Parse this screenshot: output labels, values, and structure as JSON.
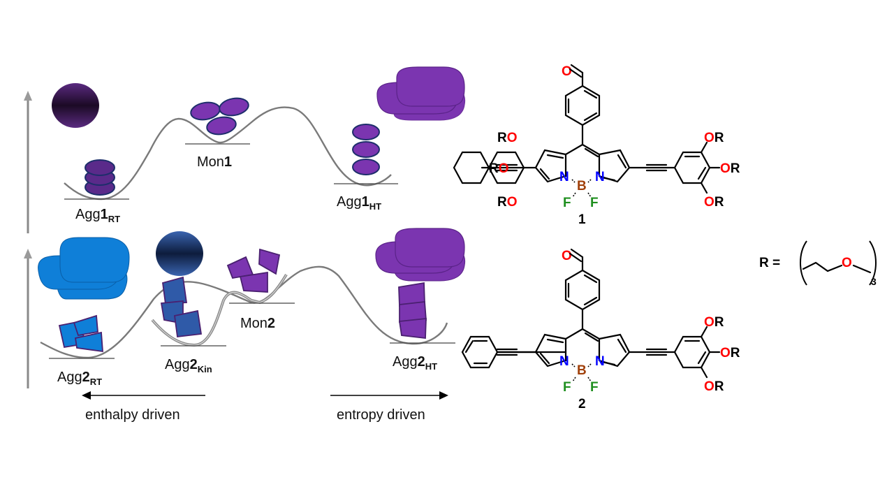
{
  "figure": {
    "left_panel": {
      "top_landscape": {
        "states": [
          {
            "name": "Agg",
            "num": "1",
            "sub": "RT"
          },
          {
            "name": "Mon",
            "num": "1",
            "sub": ""
          },
          {
            "name": "Agg",
            "num": "1",
            "sub": "HT"
          }
        ]
      },
      "bottom_landscape": {
        "states": [
          {
            "name": "Agg",
            "num": "2",
            "sub": "RT"
          },
          {
            "name": "Agg",
            "num": "2",
            "sub": "Kin"
          },
          {
            "name": "Mon",
            "num": "2",
            "sub": ""
          },
          {
            "name": "Agg",
            "num": "2",
            "sub": "HT"
          }
        ]
      },
      "arrows": {
        "left_label": "enthalpy driven",
        "right_label": "entropy driven"
      }
    },
    "right_panel": {
      "compound_1": {
        "label": "1",
        "atoms": {
          "O": "O",
          "N": "N",
          "B": "B",
          "F": "F",
          "OR": "OR",
          "RO": "RO"
        }
      },
      "compound_2": {
        "label": "2"
      },
      "r_group": {
        "lhs": "R =",
        "repeat": "3",
        "atom": "O"
      }
    },
    "colors": {
      "oxygen": "#ff0000",
      "nitrogen": "#0000ff",
      "boron": "#a0400a",
      "fluorine": "#1f8f1f",
      "purple": "#7b35b0",
      "dark_purple": "#4a2070",
      "blue": "#0f7fd8",
      "steel_blue": "#2f5aa8"
    }
  }
}
